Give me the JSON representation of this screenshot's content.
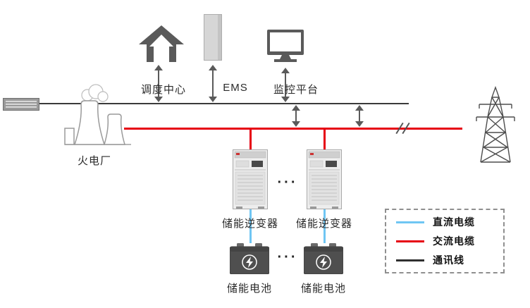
{
  "nodes": {
    "dispatch": {
      "label": "调度中心"
    },
    "ems": {
      "label": "EMS"
    },
    "monitor": {
      "label": "监控平台"
    },
    "plant": {
      "label": "火电厂"
    },
    "inverters": [
      {
        "label": "储能逆变器"
      },
      {
        "label": "储能逆变器"
      }
    ],
    "batteries": [
      {
        "label": "储能电池"
      },
      {
        "label": "储能电池"
      }
    ]
  },
  "ellipsis": "···",
  "legend": {
    "items": [
      {
        "label": "直流电缆",
        "color": "#6fc6f3"
      },
      {
        "label": "交流电缆",
        "color": "#e60012"
      },
      {
        "label": "通讯线",
        "color": "#2f2f2f"
      }
    ]
  },
  "colors": {
    "dc_cable": "#6fc6f3",
    "ac_cable": "#e60012",
    "comm_line": "#3a3a3a"
  }
}
